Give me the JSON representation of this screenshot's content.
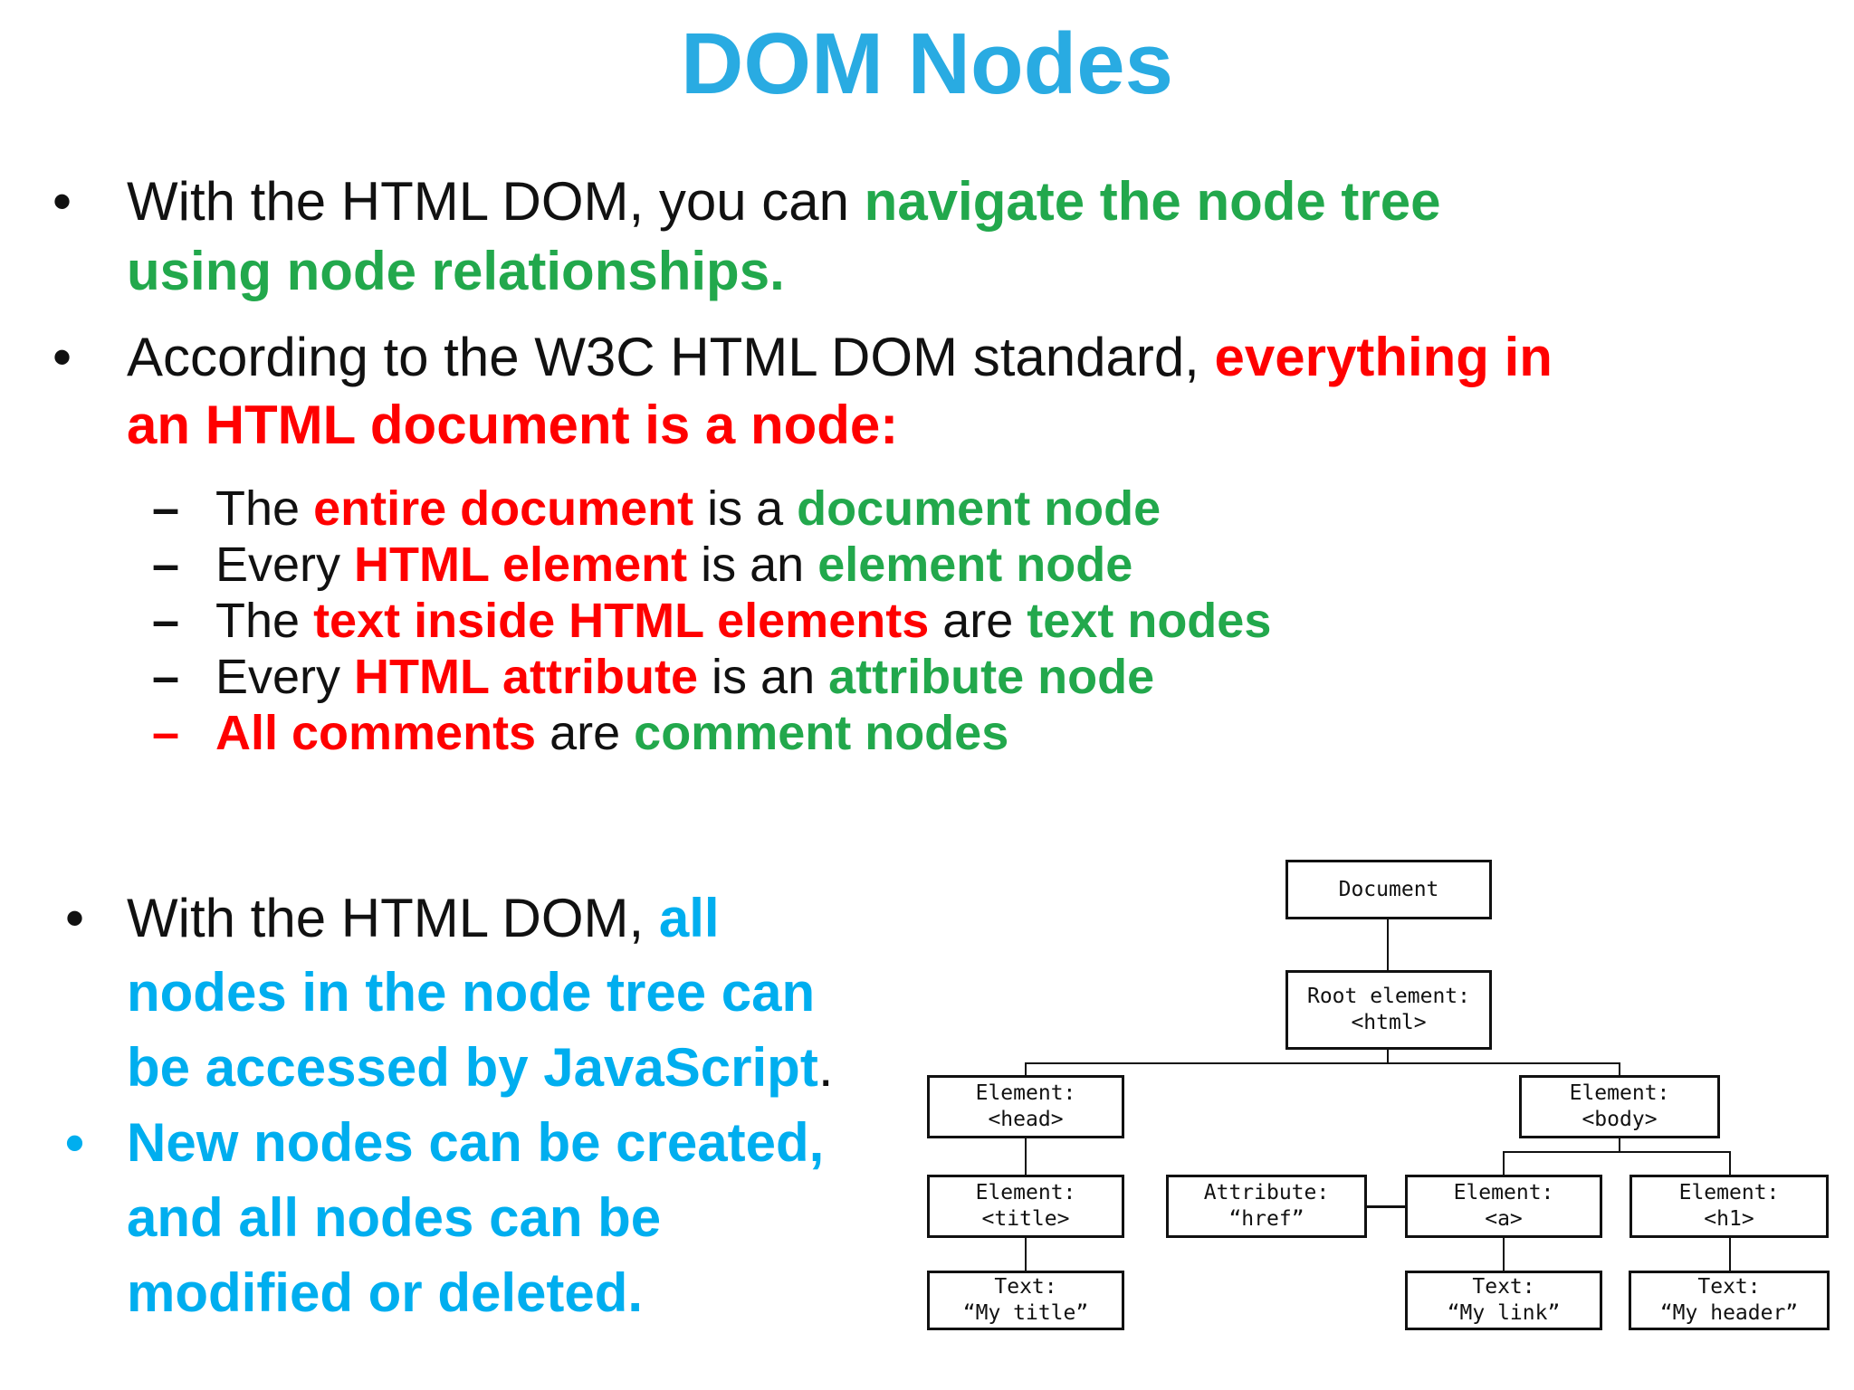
{
  "slide": {
    "title": "DOM Nodes",
    "colors": {
      "title_blue": "#29ABE2",
      "accent_blue": "#00AEEF",
      "accent_green": "#22A84C",
      "accent_red": "#FF0000",
      "text_black": "#111111",
      "diagram_line": "#111111"
    }
  },
  "markers": {
    "bullet": "•",
    "dash": "–"
  },
  "content": {
    "b1l1": [
      {
        "t": "With the HTML DOM, you can ",
        "c": "k"
      },
      {
        "t": "navigate the node tree",
        "c": "g"
      }
    ],
    "b1l2": [
      {
        "t": "using node relationships.",
        "c": "g"
      }
    ],
    "b2l1": [
      {
        "t": "According to the W3C HTML DOM standard, ",
        "c": "k"
      },
      {
        "t": "everything in",
        "c": "r"
      }
    ],
    "b2l2": [
      {
        "t": "an HTML document is a node:",
        "c": "r"
      }
    ],
    "s1": [
      {
        "t": "The ",
        "c": "k"
      },
      {
        "t": "entire document",
        "c": "r"
      },
      {
        "t": " is a ",
        "c": "k"
      },
      {
        "t": "document node",
        "c": "g"
      }
    ],
    "s2": [
      {
        "t": "Every ",
        "c": "k"
      },
      {
        "t": "HTML element",
        "c": "r"
      },
      {
        "t": " is an ",
        "c": "k"
      },
      {
        "t": "element node",
        "c": "g"
      }
    ],
    "s3": [
      {
        "t": "The ",
        "c": "k"
      },
      {
        "t": "text inside HTML elements",
        "c": "r"
      },
      {
        "t": " are ",
        "c": "k"
      },
      {
        "t": "text nodes",
        "c": "g"
      }
    ],
    "s4": [
      {
        "t": "Every ",
        "c": "k"
      },
      {
        "t": "HTML attribute",
        "c": "r"
      },
      {
        "t": " is an ",
        "c": "k"
      },
      {
        "t": "attribute node",
        "c": "g"
      }
    ],
    "s5": [
      {
        "t": "All comments",
        "c": "r"
      },
      {
        "t": " are ",
        "c": "k"
      },
      {
        "t": "comment nodes",
        "c": "g"
      }
    ],
    "c1l1": [
      {
        "t": "With the HTML DOM, ",
        "c": "k"
      },
      {
        "t": "all",
        "c": "b"
      }
    ],
    "c1l2": [
      {
        "t": "nodes in the node tree can",
        "c": "b"
      }
    ],
    "c1l3": [
      {
        "t": "be accessed by JavaScript",
        "c": "b"
      },
      {
        "t": ".",
        "c": "k"
      }
    ],
    "c2l1": [
      {
        "t": "New nodes can be created,",
        "c": "b"
      }
    ],
    "c2l2": [
      {
        "t": "and all nodes can be",
        "c": "b"
      }
    ],
    "c2l3": [
      {
        "t": "modified or deleted.",
        "c": "b"
      }
    ]
  },
  "diagram": {
    "document": {
      "l1": "Document"
    },
    "root": {
      "l1": "Root element:",
      "l2": "<html>"
    },
    "head": {
      "l1": "Element:",
      "l2": "<head>"
    },
    "body_el": {
      "l1": "Element:",
      "l2": "<body>"
    },
    "title_el": {
      "l1": "Element:",
      "l2": "<title>"
    },
    "href": {
      "l1": "Attribute:",
      "l2": "“href”"
    },
    "a_el": {
      "l1": "Element:",
      "l2": "<a>"
    },
    "h1_el": {
      "l1": "Element:",
      "l2": "<h1>"
    },
    "mytitle": {
      "l1": "Text:",
      "l2": "“My title”"
    },
    "mylink": {
      "l1": "Text:",
      "l2": "“My link”"
    },
    "myheader": {
      "l1": "Text:",
      "l2": "“My header”"
    }
  }
}
